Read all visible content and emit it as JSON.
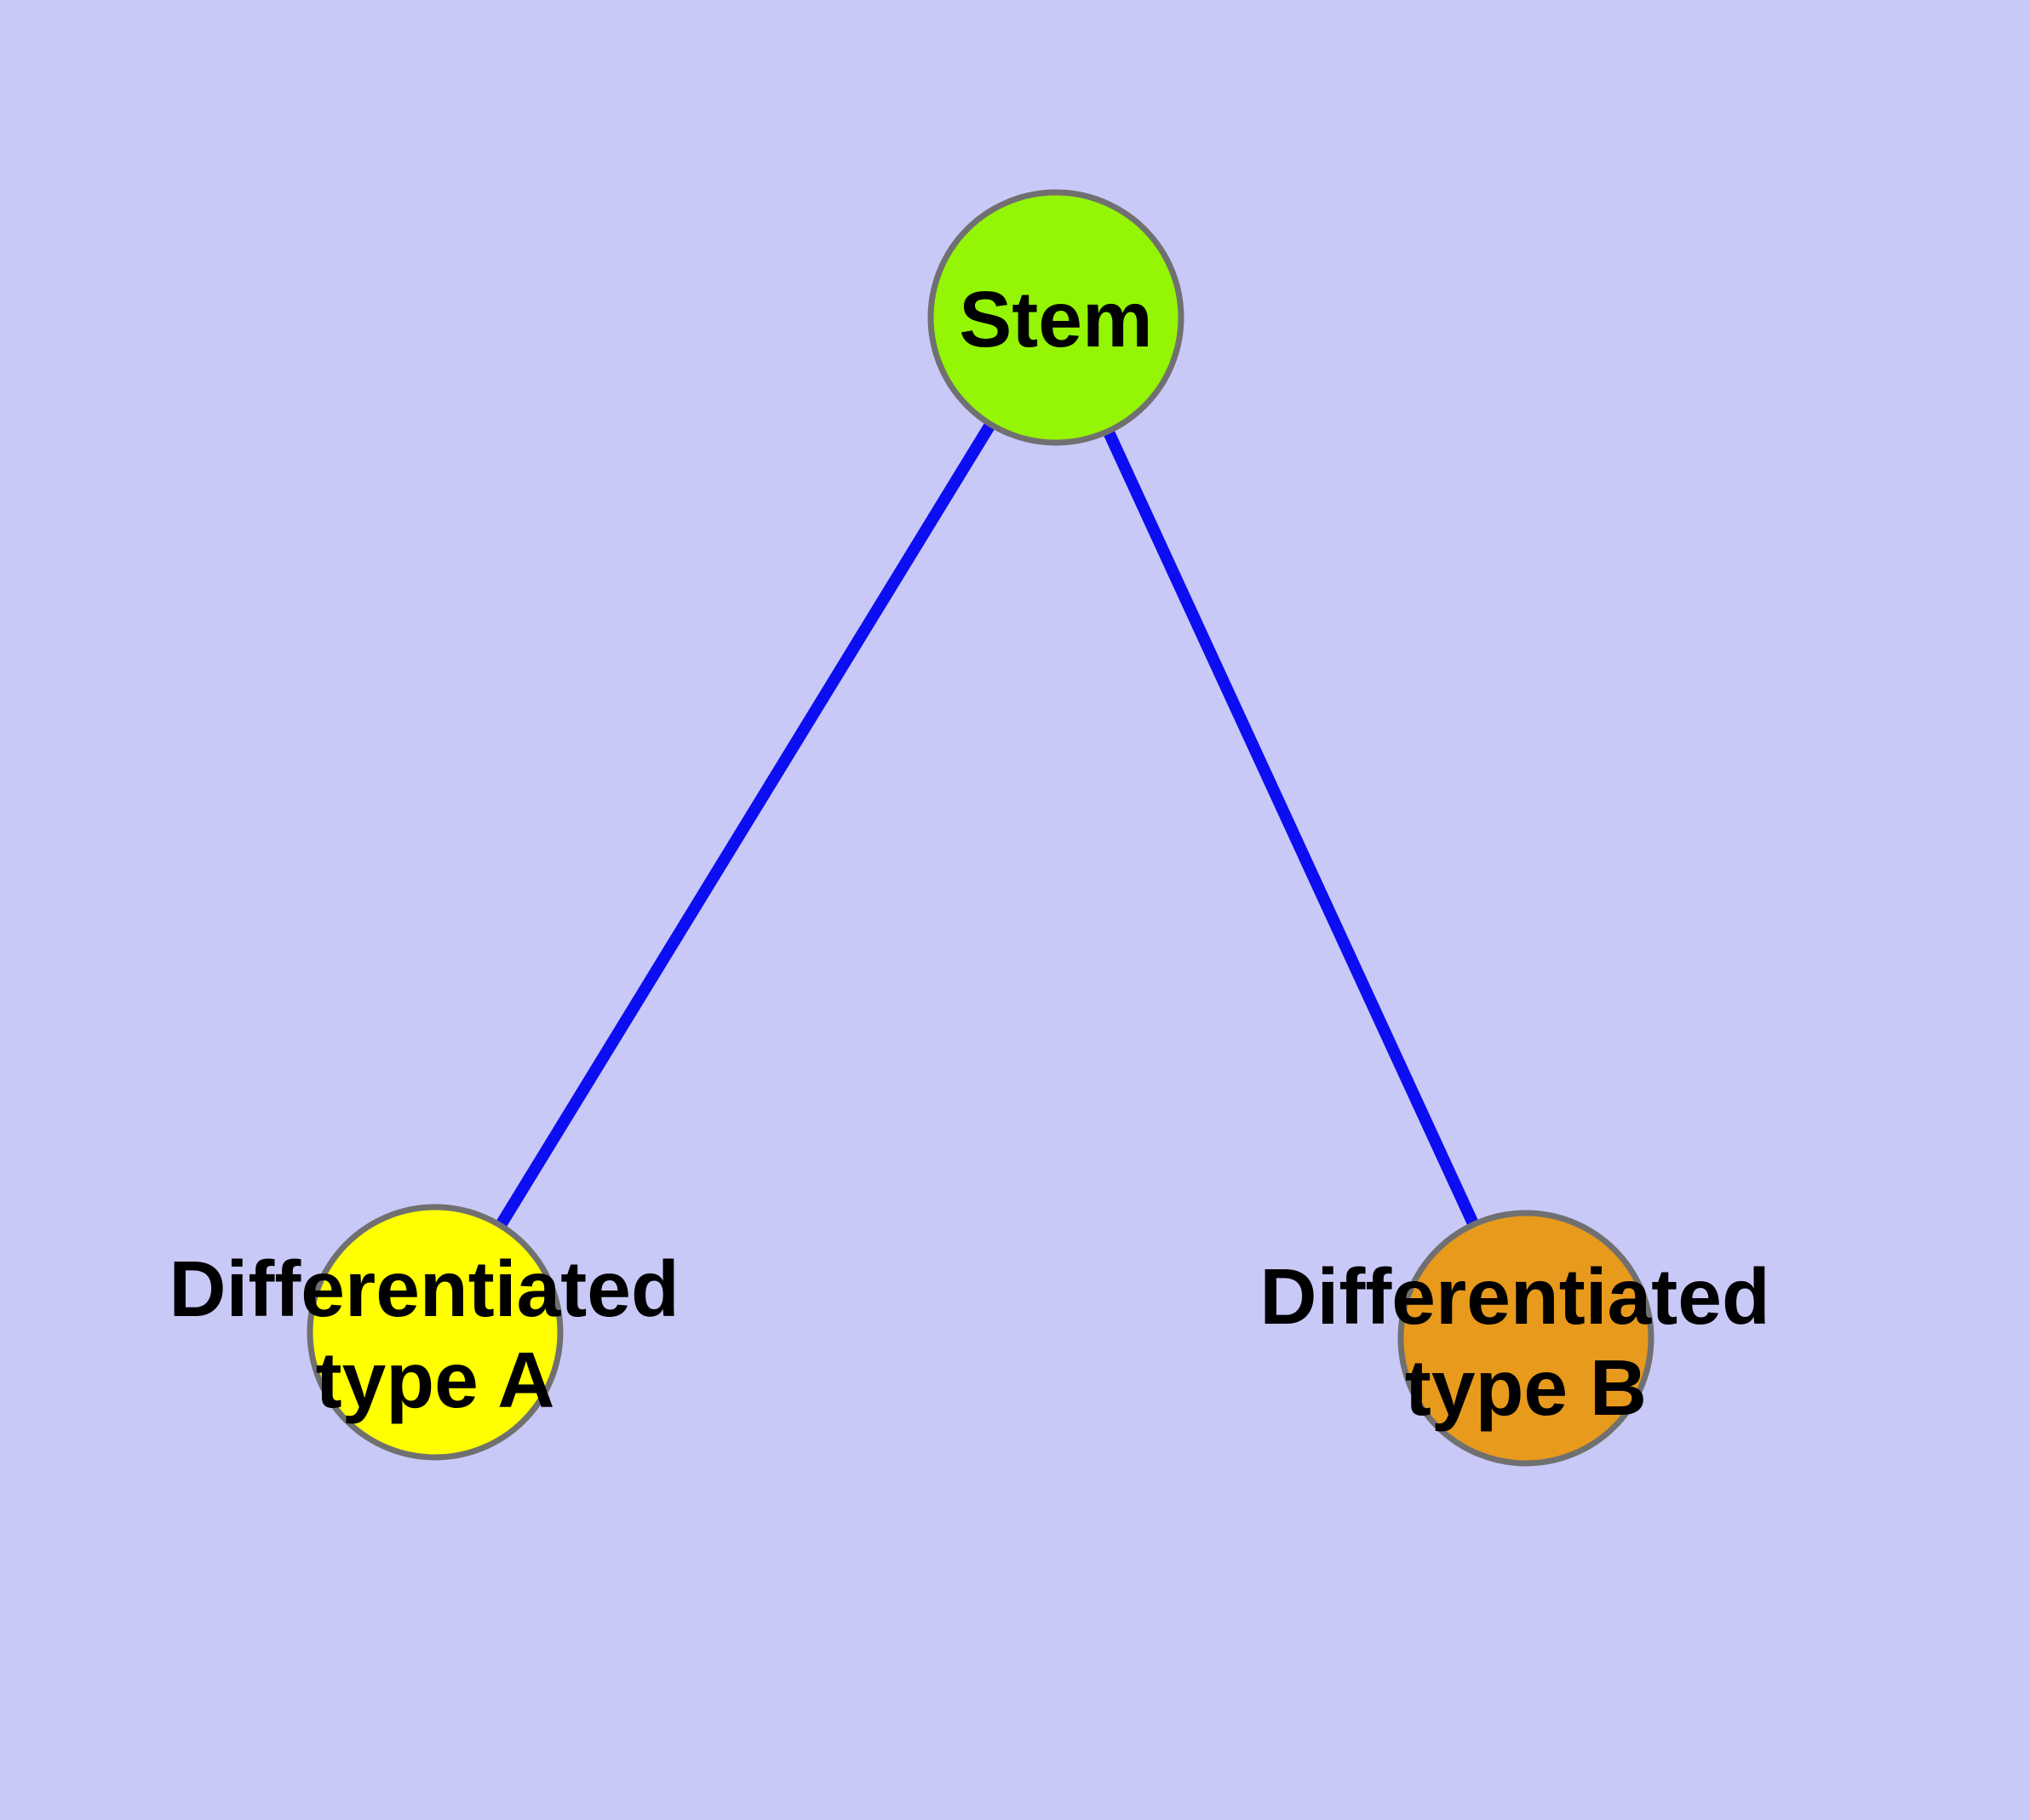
{
  "diagram": {
    "type": "node-link-graph",
    "colors": {
      "background": "#C9C9F8",
      "edge": "#0D0DF2",
      "node_border": "#707070",
      "label_text": "#000000"
    },
    "nodes": [
      {
        "id": "stem",
        "label": "Stem",
        "color": "#94F505"
      },
      {
        "id": "differentiated-type-a",
        "label": "Differentiated type A",
        "label_lines": [
          "Differentiated",
          "type A"
        ],
        "color": "#FFFF00"
      },
      {
        "id": "differentiated-type-b",
        "label": "Differentiated type B",
        "label_lines": [
          "Differentiated",
          "type B"
        ],
        "color": "#E89A1D"
      }
    ],
    "edges": [
      {
        "from": "Stem",
        "to": "Differentiated type A"
      },
      {
        "from": "Stem",
        "to": "Differentiated type B"
      }
    ]
  }
}
